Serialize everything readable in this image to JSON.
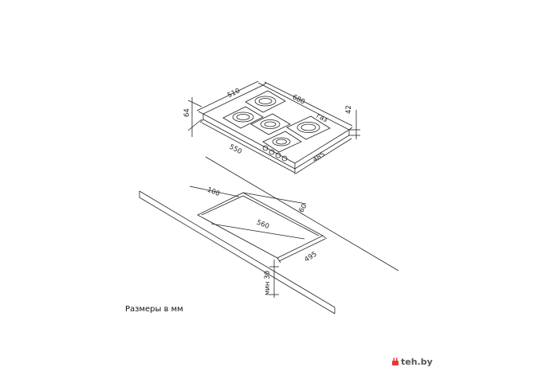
{
  "dimensions": {
    "hob_depth": "510",
    "hob_width": "680",
    "hob_height": "64",
    "hob_side_height": "42",
    "gas_label": "газ",
    "hob_front": "550",
    "hob_side": "485",
    "cutout_offset": "100",
    "cutout_edge": "60",
    "cutout_width": "560",
    "cutout_depth": "495",
    "min_clearance": "мин 30"
  },
  "caption": "Размеры в мм",
  "watermark": "teh.by",
  "colors": {
    "line": "#222222",
    "watermark_icon": "#e53935"
  }
}
